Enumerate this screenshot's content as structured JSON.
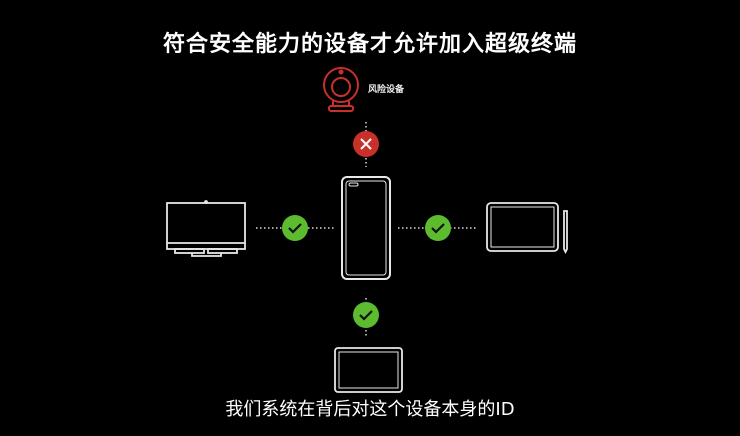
{
  "title": "符合安全能力的设备才允许加入超级终端",
  "risk_label": "风险设备",
  "subtitle": "我们系统在背后对这个设备本身的ID",
  "colors": {
    "risk": "#c8302a",
    "ok": "#5dbb2f",
    "line": "#e8e8e8"
  }
}
